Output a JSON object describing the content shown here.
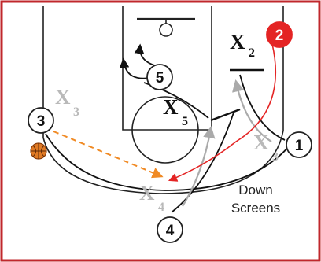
{
  "colors": {
    "frame": "#c0282c",
    "court_line": "#222222",
    "screen_cut": "#aaaaaa",
    "pass": "#f08a24",
    "player_two_fill": "#e42424",
    "ball": "#e07a24"
  },
  "offense": {
    "p1": "1",
    "p2": "2",
    "p3": "3",
    "p4": "4",
    "p5": "5"
  },
  "defense": {
    "x2": {
      "letter": "X",
      "sub": "2"
    },
    "x3_top": {
      "letter": "X",
      "sub": "3"
    },
    "x3_right": {
      "letter": "X",
      "sub": "3"
    },
    "x4": {
      "letter": "X",
      "sub": "4"
    },
    "x5": {
      "letter": "X",
      "sub": "5"
    }
  },
  "caption": {
    "line1": "Down",
    "line2": "Screens"
  },
  "icons": {
    "ball": "basketball-icon"
  }
}
